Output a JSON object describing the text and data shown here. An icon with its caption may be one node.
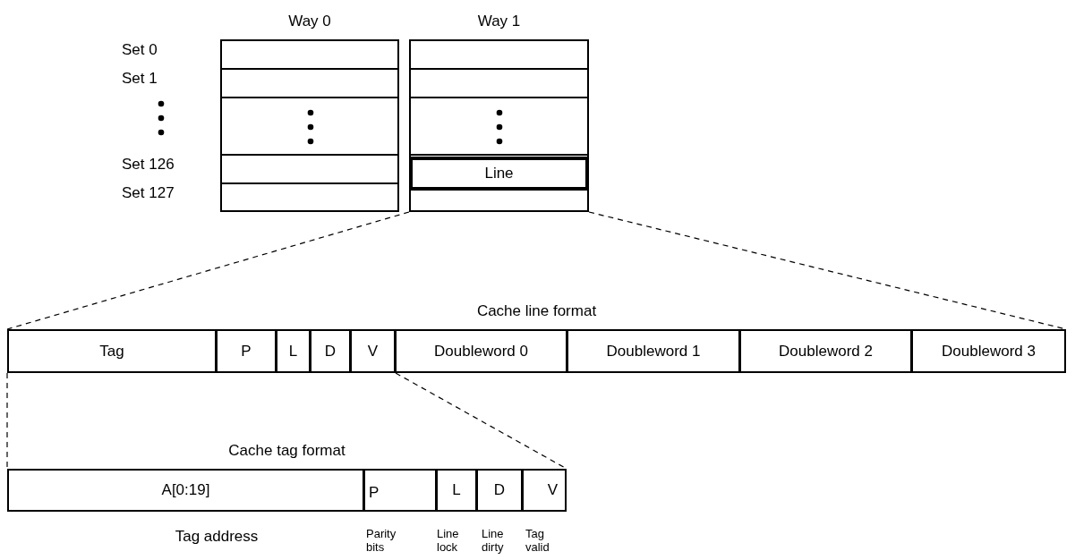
{
  "diagram": {
    "nodes": [
      {
        "text": [
          "Way 0"
        ]
      },
      {
        "text": [
          "Way 1"
        ]
      },
      {
        "text": [
          "Line"
        ],
        "in": 1
      },
      {
        "text": [
          "Cache line format"
        ]
      },
      {
        "text": [
          "Tag"
        ],
        "in": 3
      },
      {
        "text": [
          "P"
        ],
        "in": 3
      },
      {
        "text": [
          "L"
        ],
        "in": 3
      },
      {
        "text": [
          "D"
        ],
        "in": 3
      },
      {
        "text": [
          "V"
        ],
        "in": 3
      },
      {
        "text": [
          "Doubleword 0"
        ],
        "in": 3
      },
      {
        "text": [
          "Doubleword 1"
        ],
        "in": 3
      },
      {
        "text": [
          "Doubleword 2"
        ],
        "in": 3
      },
      {
        "text": [
          "Doubleword 3"
        ],
        "in": 3
      },
      {
        "text": [
          "Cache tag format"
        ]
      },
      {
        "text": [
          "A[0:19]"
        ],
        "in": 13,
        "beside": [
          "Tag address"
        ]
      },
      {
        "text": [
          "P"
        ],
        "in": 13,
        "beside": [
          "Parity bits"
        ]
      },
      {
        "text": [
          "L"
        ],
        "in": 13,
        "beside": [
          "Line lock"
        ]
      },
      {
        "text": [
          "D"
        ],
        "in": 13,
        "beside": [
          "Line dirty"
        ]
      },
      {
        "text": [
          "V"
        ],
        "in": 13,
        "beside": [
          "Tag valid"
        ]
      }
    ],
    "edges": [
      {
        "from": 1,
        "to": 3,
        "arrow": "none",
        "style": "dashed"
      },
      {
        "from": 1,
        "to": 3,
        "arrow": "none",
        "style": "dashed"
      },
      {
        "from": 4,
        "to": 13,
        "arrow": "none",
        "style": "dashed"
      },
      {
        "from": 8,
        "to": 13,
        "arrow": "none",
        "style": "dashed"
      }
    ],
    "labels": [
      "Set 0",
      "Set 1",
      "Set 126",
      "Set 127"
    ]
  }
}
